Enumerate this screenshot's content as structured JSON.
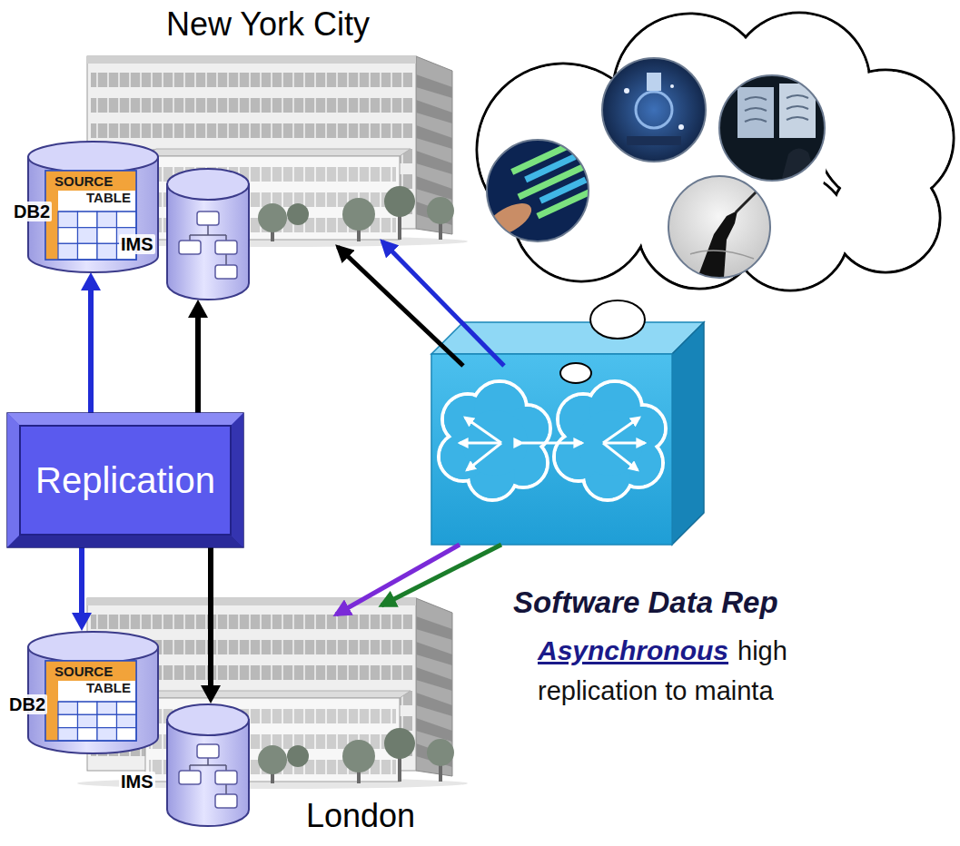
{
  "diagram": {
    "nodes": [
      {
        "text": [
          "SOURCE TABLE",
          "DB2"
        ]
      },
      {
        "text": [
          "IMS"
        ]
      },
      {
        "text": [
          "Replication"
        ]
      },
      {
        "text": [
          "SOURCE TABLE",
          "DB2"
        ]
      },
      {
        "text": [
          "IMS"
        ]
      }
    ],
    "edges": [
      {
        "from": 2,
        "to": 0,
        "arrow": "to"
      },
      {
        "from": 2,
        "to": 1,
        "arrow": "to"
      },
      {
        "from": 2,
        "to": 3,
        "arrow": "to"
      },
      {
        "from": 2,
        "to": 4,
        "arrow": "to"
      }
    ],
    "labels": [
      "New York City",
      "London",
      "Software Data Rep",
      "Asynchronous",
      "high",
      "replication to mainta"
    ]
  }
}
